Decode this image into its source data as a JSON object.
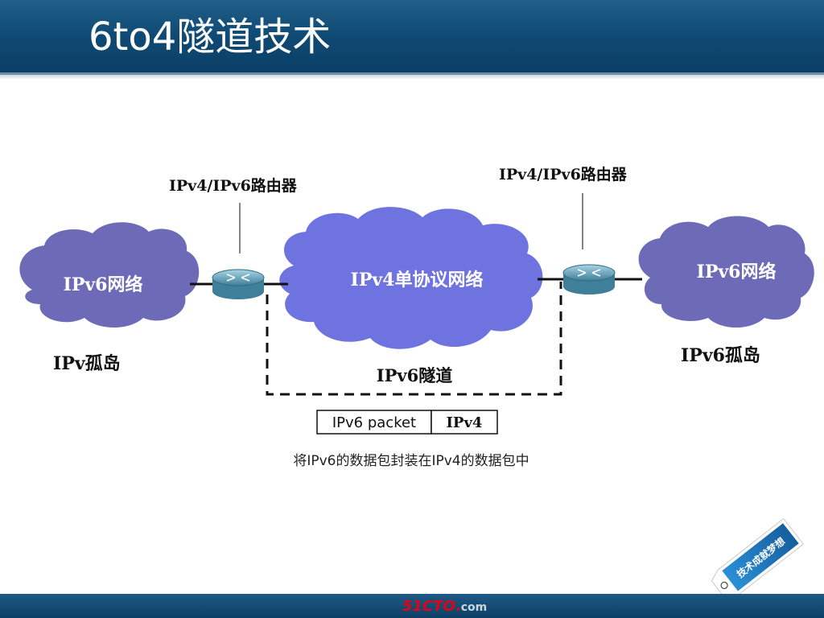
{
  "slide": {
    "title": "6to4隧道技术"
  },
  "diagram": {
    "left_cloud_label": "IPv6网络",
    "left_island_label": "IPv孤岛",
    "left_router_label": "IPv4/IPv6路由器",
    "center_cloud_label": "IPv4单协议网络",
    "right_router_label": "IPv4/IPv6路由器",
    "right_cloud_label": "IPv6网络",
    "right_island_label": "IPv6孤岛",
    "tunnel_label": "IPv6隧道",
    "packet": {
      "inner_label": "IPv6 packet",
      "outer_label": "IPv4"
    },
    "caption": "将IPv6的数据包封装在IPv4的数据包中"
  },
  "decoration": {
    "tag_text": "技术成就梦想"
  },
  "footer": {
    "logo_main": "51CTO",
    "logo_dot": ".",
    "logo_com": "com"
  },
  "colors": {
    "header_blue": "#0f4a74",
    "cloud_fill": "#6d6bb8",
    "center_cloud_fill": "#6f73e0",
    "router_fill": "#6aa6bf",
    "logo_red": "#e60012",
    "tag_blue": "#1c7cc4"
  }
}
